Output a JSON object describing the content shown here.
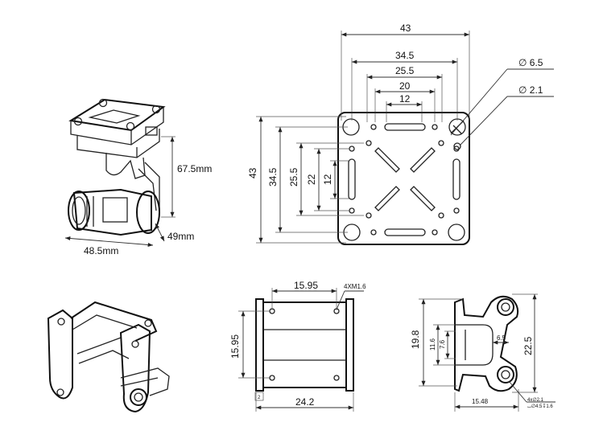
{
  "gimbal_view": {
    "height_dim": "67.5mm",
    "depth_dim": "49mm",
    "width_dim": "48.5mm"
  },
  "top_plate": {
    "width_43": "43",
    "width_34_5": "34.5",
    "width_25_5": "25.5",
    "width_20": "20",
    "width_12": "12",
    "height_43": "43",
    "height_34_5": "34.5",
    "height_25_5": "25.5",
    "height_22": "22",
    "height_12": "12",
    "hole_large": "∅ 6.5",
    "hole_small": "∅ 2.1"
  },
  "front_view": {
    "top_width": "15.95",
    "screw_note": "4XM1.6",
    "left_height": "15.95",
    "bottom_width": "24.2",
    "thickness": "2"
  },
  "side_view": {
    "height_19_8": "19.8",
    "height_11_6": "11.6",
    "height_7_6": "7.6",
    "slot_width": "6.5",
    "height_22_5": "22.5",
    "bottom_width": "15.48",
    "note_hole": "4x∅2.1",
    "note_cbore": "⌴∅4.5↧1.6"
  }
}
